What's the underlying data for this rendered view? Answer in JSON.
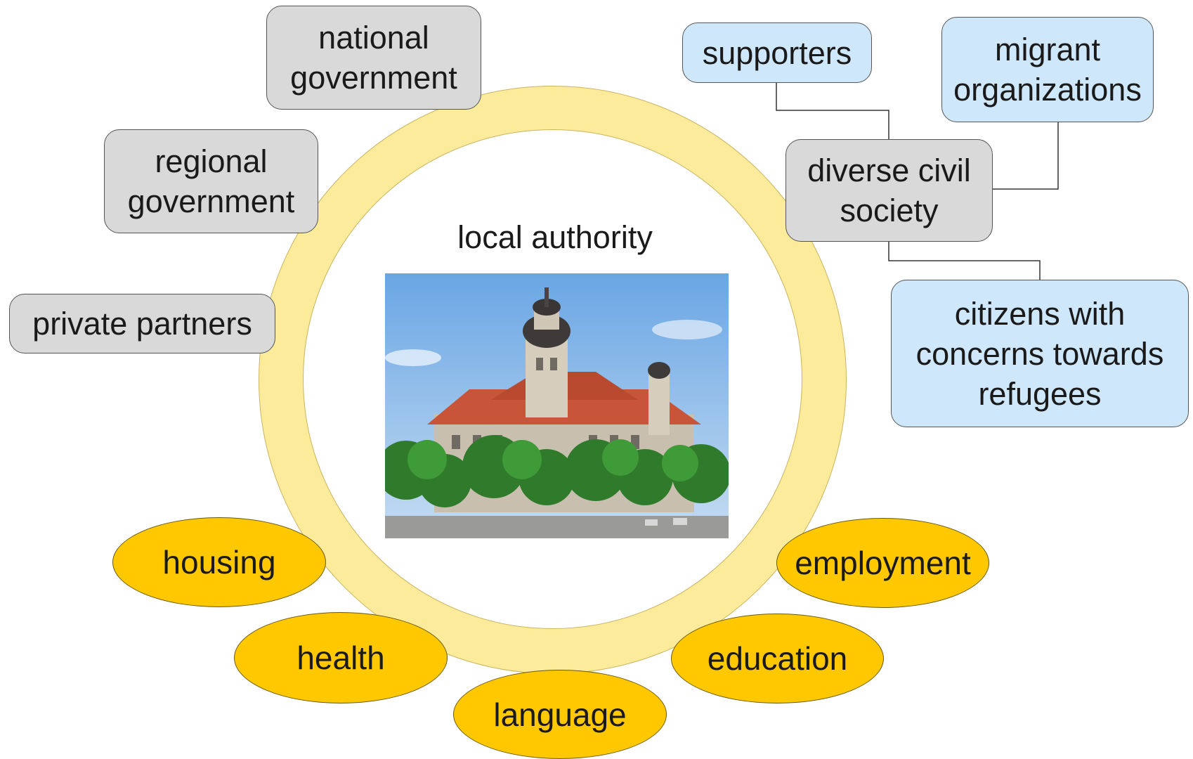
{
  "center": {
    "title": "local authority"
  },
  "government": {
    "national": "national government",
    "regional": "regional government",
    "private": "private partners"
  },
  "civil": {
    "hub": "diverse civil society",
    "supporters": "supporters",
    "migrant": "migrant organizations",
    "concerns": "citizens with concerns towards refugees"
  },
  "topics": {
    "housing": "housing",
    "health": "health",
    "language": "language",
    "education": "education",
    "employment": "employment"
  },
  "colors": {
    "ring": "#fdeb9c",
    "topic": "#ffc800",
    "gray_box": "#d9d9d9",
    "blue_box": "#cfe7fb"
  }
}
